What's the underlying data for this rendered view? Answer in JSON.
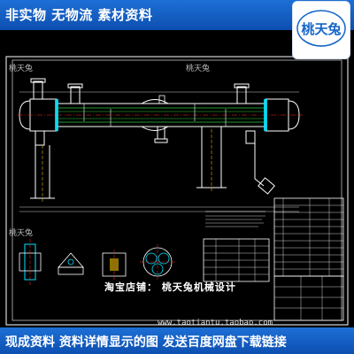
{
  "banner_top": {
    "text": "非实物 无物流 素材资料"
  },
  "logo": {
    "text": "桃天兔"
  },
  "drawing": {
    "watermark_shop": "淘宝店铺： 桃天兔机械设计",
    "watermark_url": "www.taotiantu.taobao.com",
    "corner_marks": [
      "桃天兔",
      "桃天兔",
      "桃天兔"
    ],
    "colors": {
      "background": "#000000",
      "line_white": "#ffffff",
      "line_cyan": "#00e5ff",
      "line_green": "#2ecc40",
      "line_red": "#ff2b2b",
      "line_yellow": "#ffd400",
      "line_magenta": "#ff3dff"
    }
  },
  "banner_bottom": {
    "text": "现成资料 资料详情显示的图 发送百度网盘下载链接"
  },
  "colors": {
    "banner_blue": "#1566c8",
    "banner_text": "#ffffff"
  }
}
